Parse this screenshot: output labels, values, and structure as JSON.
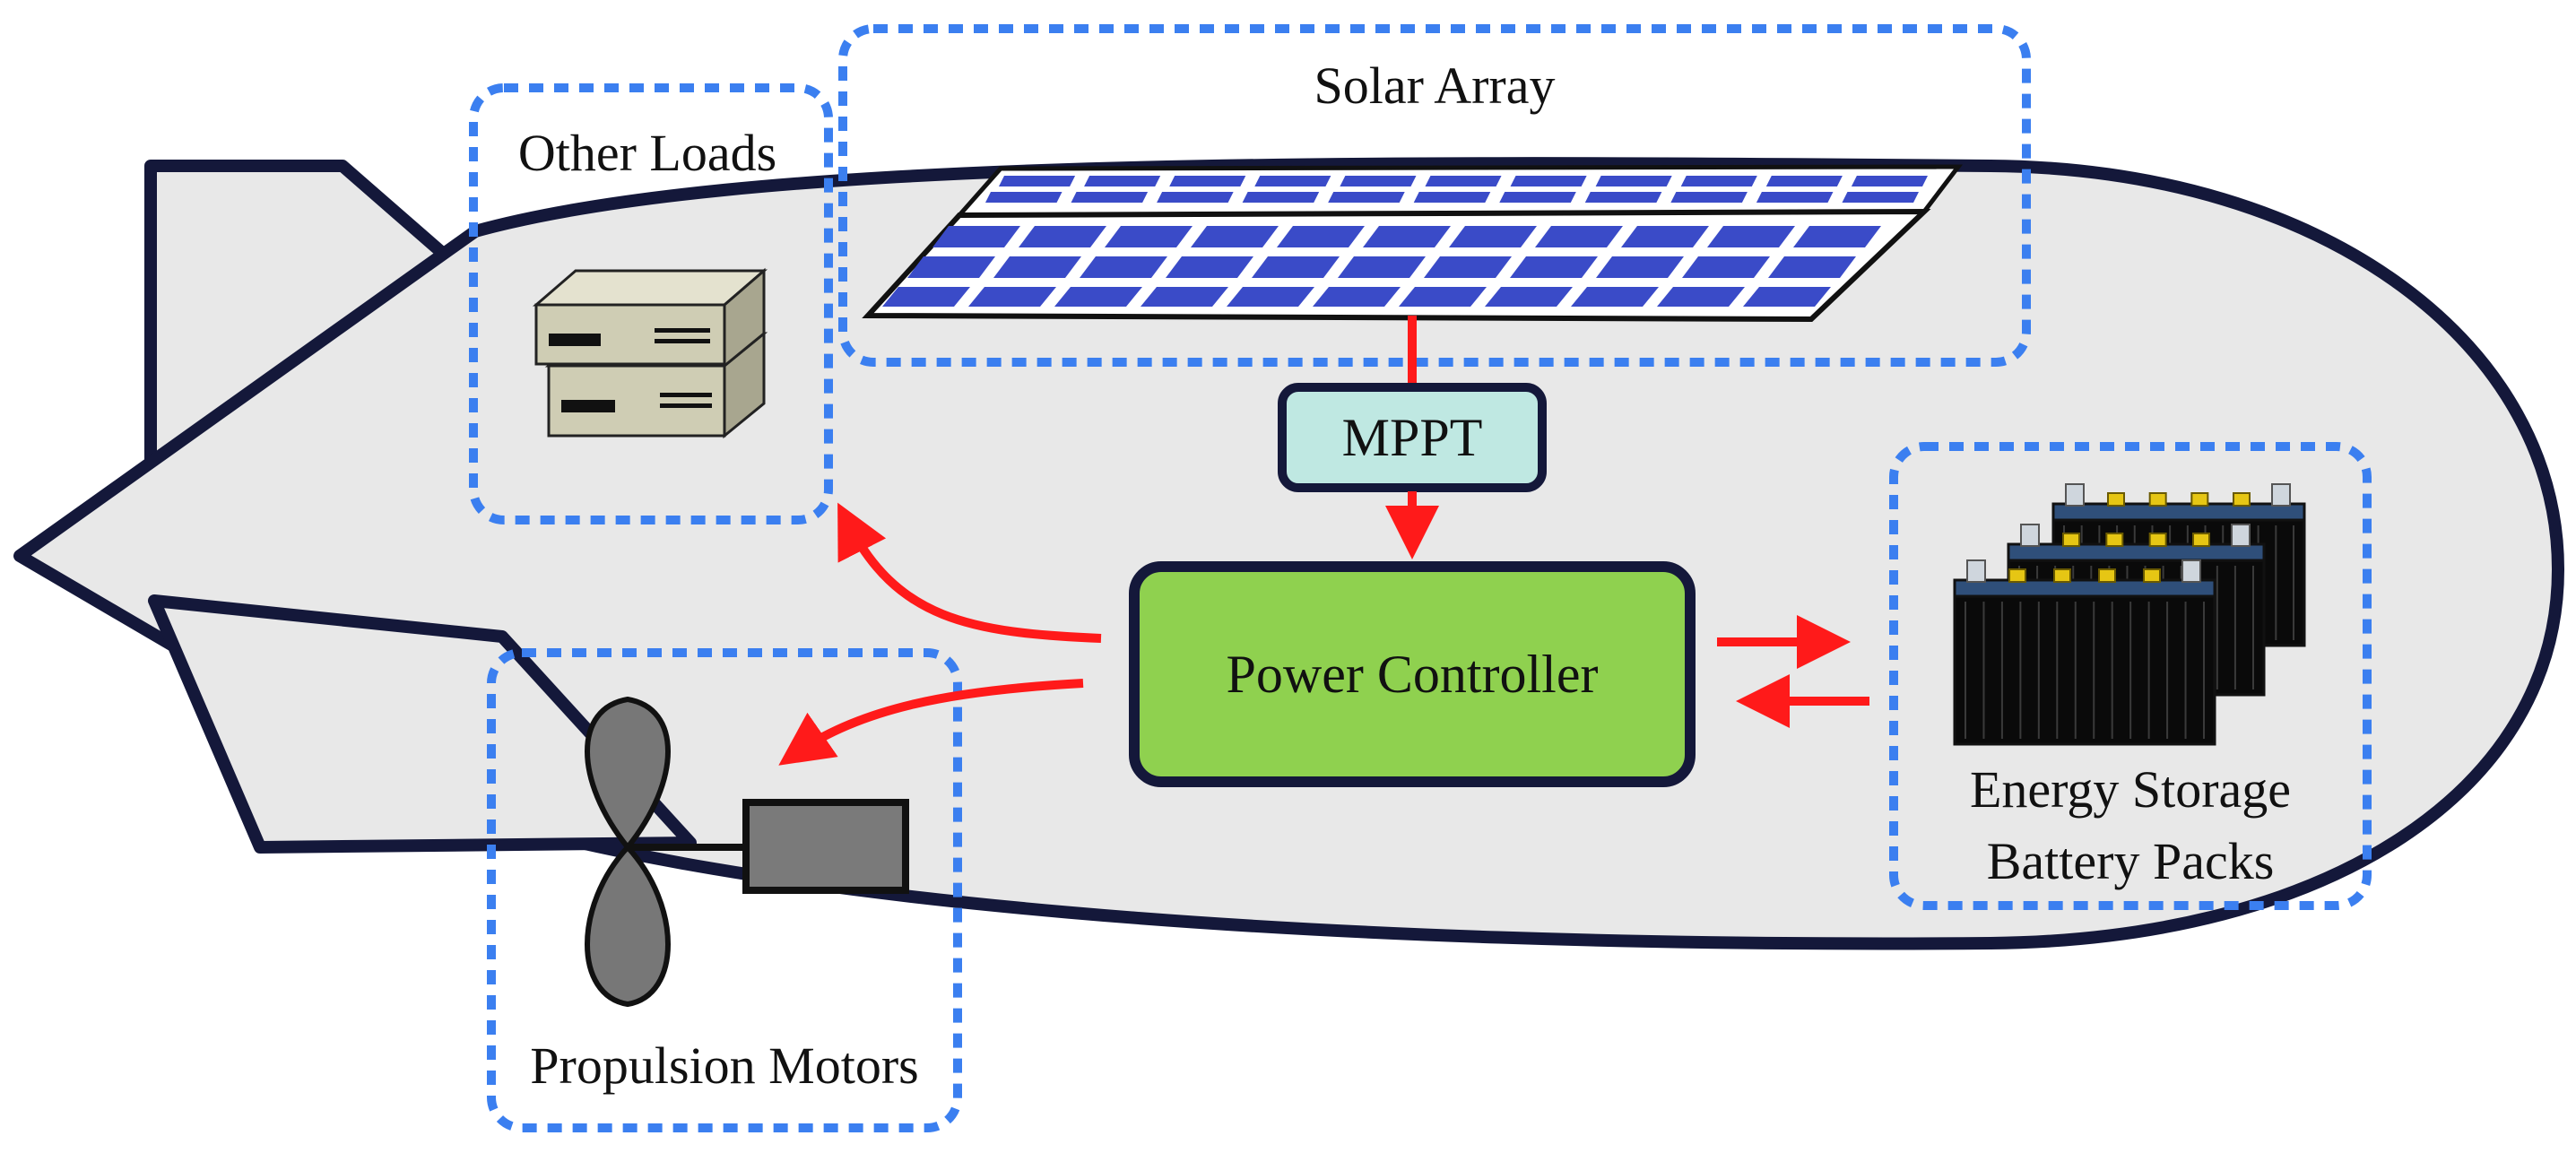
{
  "labels": {
    "solar_array": "Solar Array",
    "other_loads": "Other Loads",
    "mppt": "MPPT",
    "power_controller": "Power Controller",
    "energy_storage_line1": "Energy Storage",
    "energy_storage_line2": "Battery Packs",
    "propulsion_motors": "Propulsion Motors"
  },
  "colors": {
    "hull_fill": "#e8e8e8",
    "outline": "#14183a",
    "group_border": "#3b7ff0",
    "arrow": "#ff1a1a",
    "mppt_fill": "#bfe8e2",
    "controller_fill": "#8fd14f",
    "solar_cell": "#3a4bc8",
    "device_fill": "#d3d0b7",
    "battery": "#0a0a0a",
    "battery_terminal": "#e6c614",
    "propeller": "#777777",
    "motor": "#7a7a7a"
  },
  "icons": {
    "solar_array": "solar-panel-icon",
    "other_loads": "server-stack-icon",
    "energy_storage": "battery-pack-icon",
    "propulsion": "propeller-motor-icon"
  },
  "flows": [
    {
      "from": "Solar Array",
      "to": "MPPT"
    },
    {
      "from": "MPPT",
      "to": "Power Controller"
    },
    {
      "from": "Power Controller",
      "to": "Other Loads"
    },
    {
      "from": "Power Controller",
      "to": "Propulsion Motors"
    },
    {
      "from": "Power Controller",
      "to": "Energy Storage Battery Packs"
    },
    {
      "from": "Energy Storage Battery Packs",
      "to": "Power Controller"
    }
  ]
}
